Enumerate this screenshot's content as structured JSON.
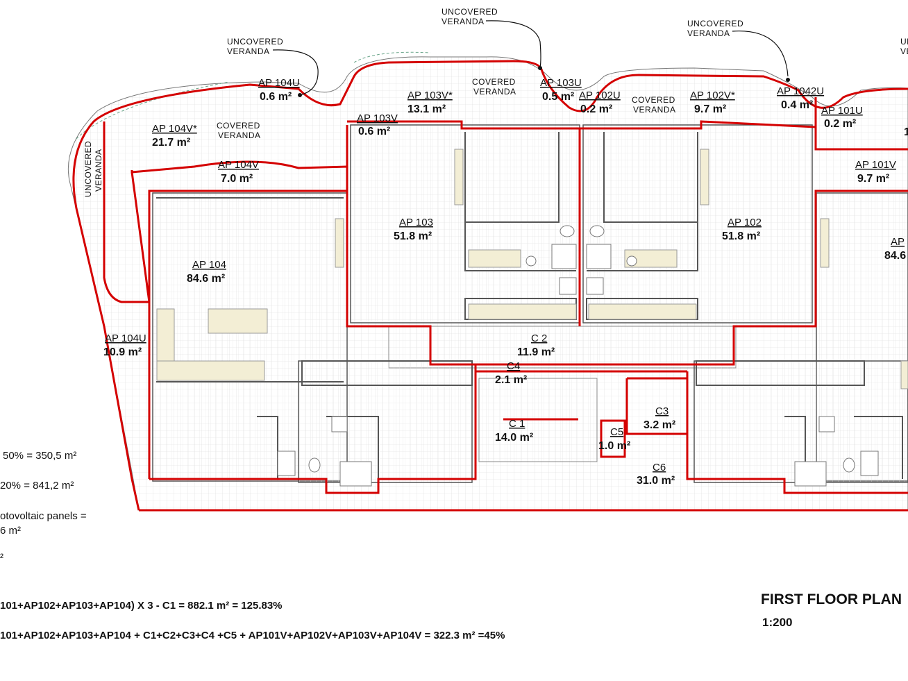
{
  "labels": {
    "uncovered_veranda_1": [
      "UNCOVERED",
      "VERANDA"
    ],
    "uncovered_veranda_2": [
      "UNCOVERED",
      "VERANDA"
    ],
    "uncovered_veranda_3": [
      "UNCOVERED",
      "VERANDA"
    ],
    "uncovered_veranda_4": [
      "UN",
      "VE"
    ],
    "uncovered_veranda_side": [
      "UNCOVERED",
      "VERANDA"
    ],
    "covered_veranda_1": [
      "COVERED",
      "VERANDA"
    ],
    "covered_veranda_2": [
      "COVERED",
      "VERANDA"
    ],
    "covered_veranda_3": [
      "COVERED",
      "VERANDA"
    ]
  },
  "rooms": [
    {
      "id": "ap104u_top",
      "name": "AP 104U",
      "area": "0.6 m²"
    },
    {
      "id": "ap103vs",
      "name": "AP 103V*",
      "area": "13.1 m²"
    },
    {
      "id": "ap103u",
      "name": "AP 103U",
      "area": "0.5 m²"
    },
    {
      "id": "ap102u",
      "name": "AP 102U",
      "area": "0.2 m²"
    },
    {
      "id": "ap102vs",
      "name": "AP 102V*",
      "area": "9.7 m²"
    },
    {
      "id": "ap1042u",
      "name": "AP 1042U",
      "area": "0.4 m²"
    },
    {
      "id": "ap101u",
      "name": "AP 101U",
      "area": "0.2 m²"
    },
    {
      "id": "ap104vs",
      "name": "AP 104V*",
      "area": "21.7 m²"
    },
    {
      "id": "ap103v",
      "name": "AP 103V",
      "area": "0.6 m²"
    },
    {
      "id": "ap104v",
      "name": "AP 104V",
      "area": "7.0 m²"
    },
    {
      "id": "ap101v",
      "name": "AP 101V",
      "area": "9.7 m²"
    },
    {
      "id": "ap103",
      "name": "AP 103",
      "area": "51.8 m²"
    },
    {
      "id": "ap102",
      "name": "AP 102",
      "area": "51.8 m²"
    },
    {
      "id": "ap104",
      "name": "AP 104",
      "area": "84.6 m²"
    },
    {
      "id": "ap101",
      "name": "AP",
      "area": "84.6"
    },
    {
      "id": "ap104u_side",
      "name": "AP 104U",
      "area": "10.9 m²"
    },
    {
      "id": "c2",
      "name": "C 2",
      "area": "11.9 m²"
    },
    {
      "id": "c4",
      "name": "C4",
      "area": "2.1 m²"
    },
    {
      "id": "c1",
      "name": "C 1",
      "area": "14.0 m²"
    },
    {
      "id": "c3",
      "name": "C3",
      "area": "3.2 m²"
    },
    {
      "id": "c5",
      "name": "C5",
      "area": "1.0 m²"
    },
    {
      "id": "c6",
      "name": "C6",
      "area": "31.0 m²"
    },
    {
      "id": "extra_right",
      "name": "",
      "area": "1"
    }
  ],
  "notes": {
    "line1": "50% = 350,5 m²",
    "line2": "20% = 841,2 m²",
    "line3a": "otovoltaic panels =",
    "line3b": "6 m²",
    "line4": "²",
    "formula1": "101+AP102+AP103+AP104) X 3 - C1 = 882.1 m² = 125.83%",
    "formula2": "101+AP102+AP103+AP104  + C1+C2+C3+C4 +C5 + AP101V+AP102V+AP103V+AP104V = 322.3 m² =45%"
  },
  "title": "FIRST FLOOR PLAN",
  "scale": "1:200",
  "colors": {
    "outline": "#d40000",
    "grid": "#d9d9d9",
    "fixture": "#f3eed5",
    "wall": "#666666"
  }
}
